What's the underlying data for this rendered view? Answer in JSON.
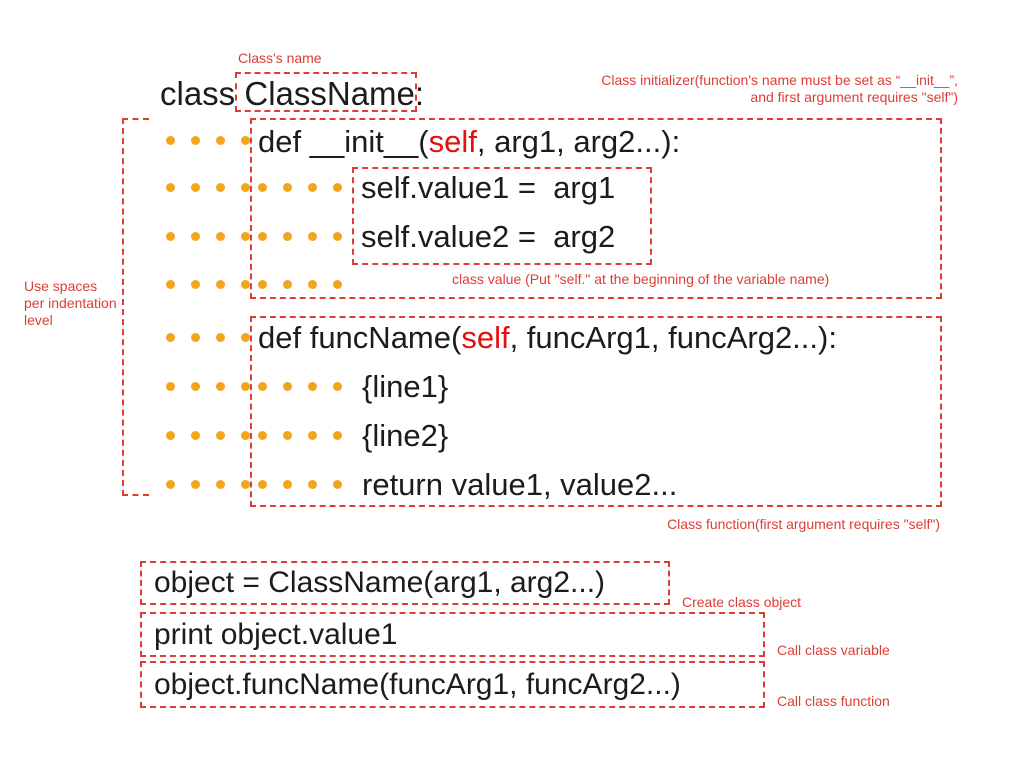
{
  "colors": {
    "dash_red": "#dd3d36",
    "self_red": "#e60f0f",
    "dot_orange": "#f2a41d",
    "text_black": "#1c1c1c"
  },
  "indent": {
    "dots_per_indent": 4
  },
  "labels": {
    "class_name": "Class's name",
    "initializer": "Class initializer(function's name must be set as “__init__”,\nand first argument requires \"self\")",
    "class_value": "class value (Put \"self.\" at the beginning of the variable name)",
    "class_function": "Class function(first argument requires \"self\")",
    "indentation": "Use  spaces\nper indentation\nlevel",
    "create_object": "Create class object",
    "call_variable": "Call class variable",
    "call_function": "Call class function"
  },
  "code": {
    "class_keyword": "class ",
    "class_name": "ClassName",
    "class_colon": ":",
    "init_def": {
      "prefix": "def __init__(",
      "self_arg": "self",
      "suffix": ", arg1, arg2...):"
    },
    "value1": "self.value1 =  arg1",
    "value2": "self.value2 =  arg2",
    "func_def": {
      "prefix": "def funcName(",
      "self_arg": "self",
      "suffix": ", funcArg1, funcArg2...):"
    },
    "line1": "{line1}",
    "line2": "{line2}",
    "return_line": "return value1, value2...",
    "create_object": "object = ClassName(arg1, arg2...)",
    "print_value": "print object.value1",
    "call_func": "object.funcName(funcArg1, funcArg2...)"
  }
}
